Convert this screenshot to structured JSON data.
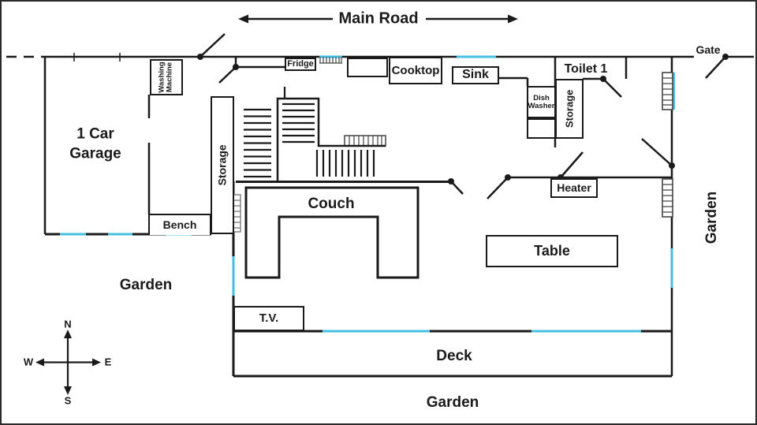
{
  "plan": {
    "main_road": "Main Road",
    "gate": "Gate",
    "garage": {
      "line1": "1 Car",
      "line2": "Garage"
    },
    "washing_machine": {
      "line1": "Washing",
      "line2": "Machine"
    },
    "fridge": "Fridge",
    "cooktop": "Cooktop",
    "sink": "Sink",
    "toilet": "Toilet 1",
    "dish_washer": {
      "line1": "Dish",
      "line2": "Washer"
    },
    "storage_toilet": "Storage",
    "storage_hall": "Storage",
    "bench": "Bench",
    "couch": "Couch",
    "heater": "Heater",
    "table": "Table",
    "tv": "T.V.",
    "deck": "Deck",
    "garden_left": "Garden",
    "garden_right": "Garden",
    "garden_bottom": "Garden",
    "compass": {
      "north": "N",
      "south": "S",
      "east": "E",
      "west": "W"
    },
    "colors": {
      "wall": "#1a1a1a",
      "window": "#45bfe3"
    }
  }
}
